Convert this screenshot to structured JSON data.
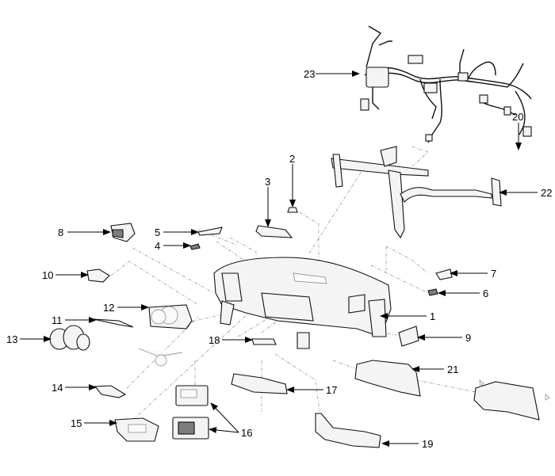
{
  "diagram": {
    "title": "Crash pad (instrument panel) exploded view",
    "callouts": [
      {
        "id": "c1",
        "label": "1"
      },
      {
        "id": "c2",
        "label": "2"
      },
      {
        "id": "c3",
        "label": "3"
      },
      {
        "id": "c4",
        "label": "4"
      },
      {
        "id": "c5",
        "label": "5"
      },
      {
        "id": "c6",
        "label": "6"
      },
      {
        "id": "c7",
        "label": "7"
      },
      {
        "id": "c8",
        "label": "8"
      },
      {
        "id": "c9",
        "label": "9"
      },
      {
        "id": "c10",
        "label": "10"
      },
      {
        "id": "c11",
        "label": "11"
      },
      {
        "id": "c12",
        "label": "12"
      },
      {
        "id": "c13",
        "label": "13"
      },
      {
        "id": "c14",
        "label": "14"
      },
      {
        "id": "c15",
        "label": "15"
      },
      {
        "id": "c16",
        "label": "16"
      },
      {
        "id": "c17",
        "label": "17"
      },
      {
        "id": "c18",
        "label": "18"
      },
      {
        "id": "c19",
        "label": "19"
      },
      {
        "id": "c20",
        "label": "20"
      },
      {
        "id": "c21",
        "label": "21"
      },
      {
        "id": "c22",
        "label": "22"
      },
      {
        "id": "c23",
        "label": "23"
      }
    ]
  }
}
